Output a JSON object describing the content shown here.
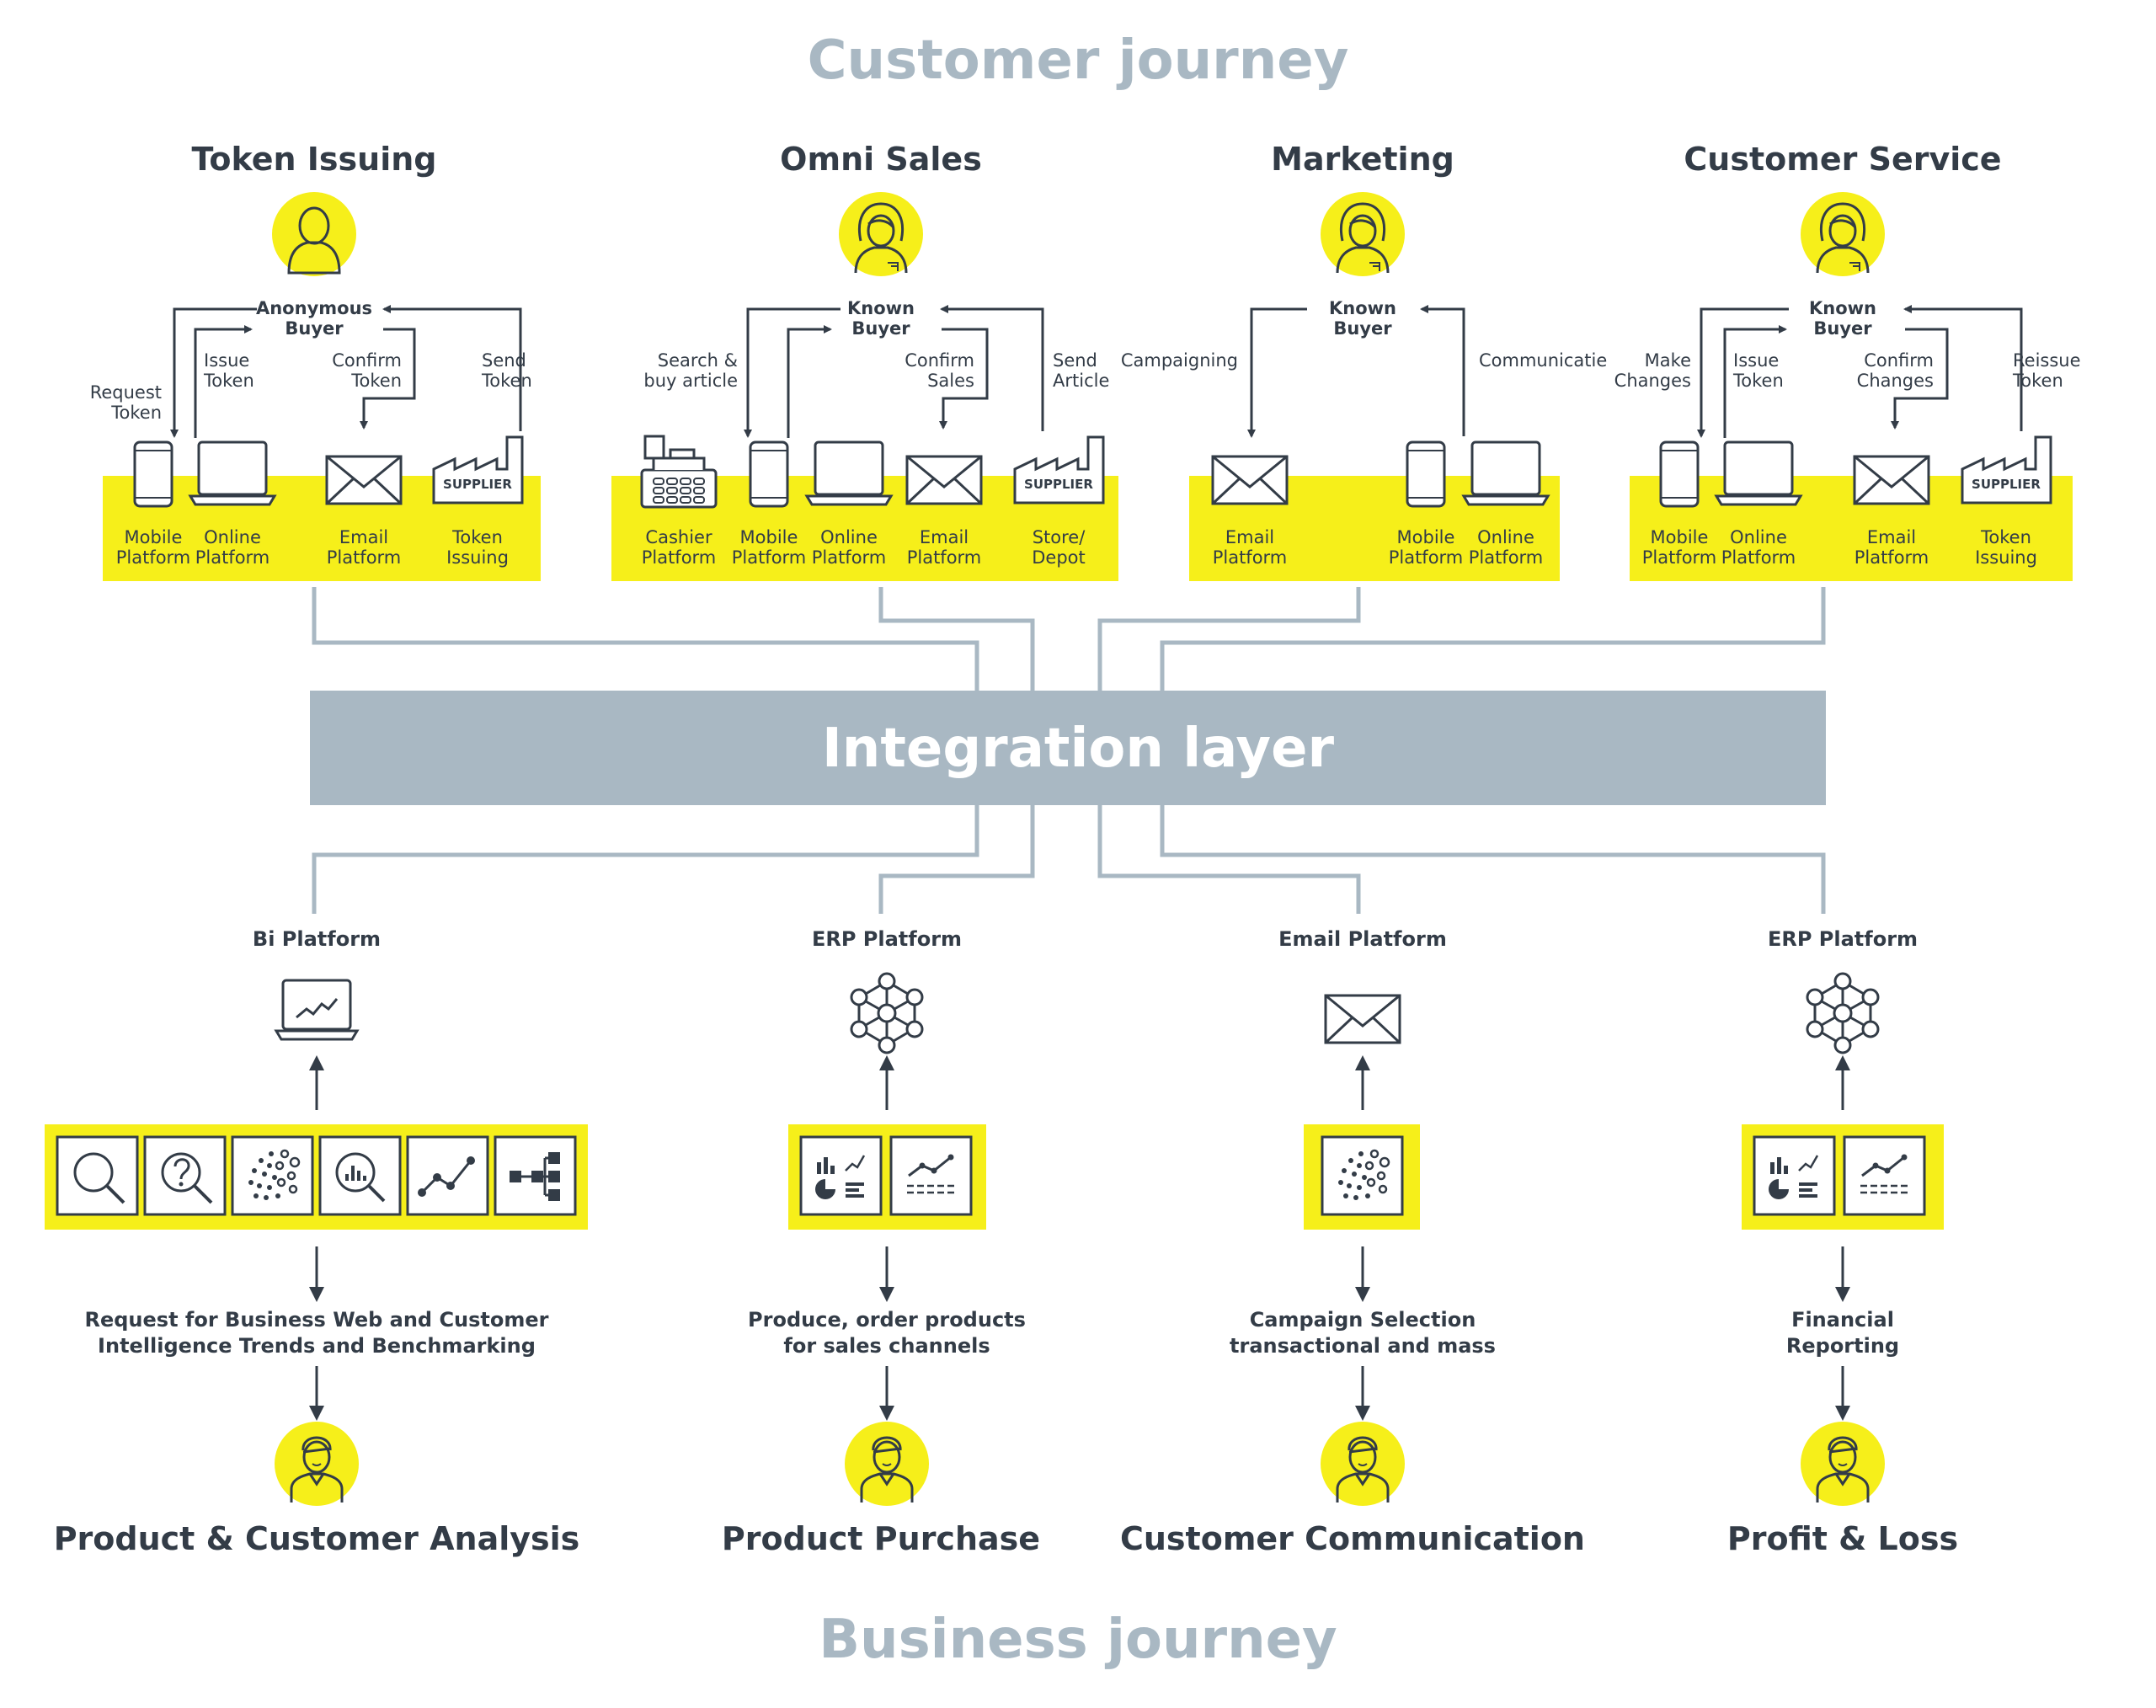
{
  "header": {
    "title": "Customer journey"
  },
  "footer": {
    "title": "Business journey"
  },
  "integration": {
    "label": "Integration layer"
  },
  "customer_sections": [
    {
      "title": "Token Issuing",
      "persona": {
        "line1": "Anonymous",
        "line2": "Buyer"
      },
      "actions": [
        {
          "line1": "Request",
          "line2": "Token"
        },
        {
          "line1": "Issue",
          "line2": "Token"
        },
        {
          "line1": "Confirm",
          "line2": "Token"
        },
        {
          "line1": "Send",
          "line2": "Token"
        }
      ],
      "platforms": [
        {
          "line1": "Mobile",
          "line2": "Platform"
        },
        {
          "line1": "Online",
          "line2": "Platform"
        },
        {
          "line1": "Email",
          "line2": "Platform"
        },
        {
          "line1": "Token",
          "line2": "Issuing"
        }
      ],
      "supplier_label": "SUPPLIER"
    },
    {
      "title": "Omni Sales",
      "persona": {
        "line1": "Known",
        "line2": "Buyer"
      },
      "actions": [
        {
          "line1": "Search &",
          "line2": "buy article"
        },
        {
          "line1": "Confirm",
          "line2": "Sales"
        },
        {
          "line1": "Send",
          "line2": "Article"
        }
      ],
      "platforms": [
        {
          "line1": "Cashier",
          "line2": "Platform"
        },
        {
          "line1": "Mobile",
          "line2": "Platform"
        },
        {
          "line1": "Online",
          "line2": "Platform"
        },
        {
          "line1": "Email",
          "line2": "Platform"
        },
        {
          "line1": "Store/",
          "line2": "Depot"
        }
      ],
      "supplier_label": "SUPPLIER"
    },
    {
      "title": "Marketing",
      "persona": {
        "line1": "Known",
        "line2": "Buyer"
      },
      "actions": [
        {
          "line1": "Campaigning"
        },
        {
          "line1": "Communicatie"
        }
      ],
      "platforms": [
        {
          "line1": "Email",
          "line2": "Platform"
        },
        {
          "line1": "Mobile",
          "line2": "Platform"
        },
        {
          "line1": "Online",
          "line2": "Platform"
        }
      ]
    },
    {
      "title": "Customer Service",
      "persona": {
        "line1": "Known",
        "line2": "Buyer"
      },
      "actions": [
        {
          "line1": "Make",
          "line2": "Changes"
        },
        {
          "line1": "Issue",
          "line2": "Token"
        },
        {
          "line1": "Confirm",
          "line2": "Changes"
        },
        {
          "line1": "Reissue",
          "line2": "Token"
        }
      ],
      "platforms": [
        {
          "line1": "Mobile",
          "line2": "Platform"
        },
        {
          "line1": "Online",
          "line2": "Platform"
        },
        {
          "line1": "Email",
          "line2": "Platform"
        },
        {
          "line1": "Token",
          "line2": "Issuing"
        }
      ],
      "supplier_label": "SUPPLIER"
    }
  ],
  "business_sections": [
    {
      "platform": "Bi Platform",
      "desc_line1": "Request for Business Web and Customer",
      "desc_line2": "Intelligence Trends and Benchmarking",
      "title": "Product & Customer Analysis"
    },
    {
      "platform": "ERP Platform",
      "desc_line1": "Produce, order products",
      "desc_line2": "for sales channels",
      "title": "Product Purchase"
    },
    {
      "platform": "Email Platform",
      "desc_line1": "Campaign Selection",
      "desc_line2": "transactional and mass",
      "title": "Customer Communication"
    },
    {
      "platform": "ERP Platform",
      "desc_line1": "Financial",
      "desc_line2": "Reporting",
      "title": "Profit & Loss"
    }
  ],
  "colors": {
    "accent_yellow": "#f6ef1a",
    "dark": "#333c47",
    "slate": "#a9b8c3"
  },
  "icons": [
    "person-icon",
    "mobile-icon",
    "laptop-icon",
    "envelope-icon",
    "factory-icon",
    "cash-register-icon",
    "bi-laptop-icon",
    "network-icon",
    "search-icon",
    "question-search-icon",
    "scatter-icon",
    "chart-search-icon",
    "line-chart-icon",
    "hierarchy-icon",
    "dashboard-icon"
  ]
}
